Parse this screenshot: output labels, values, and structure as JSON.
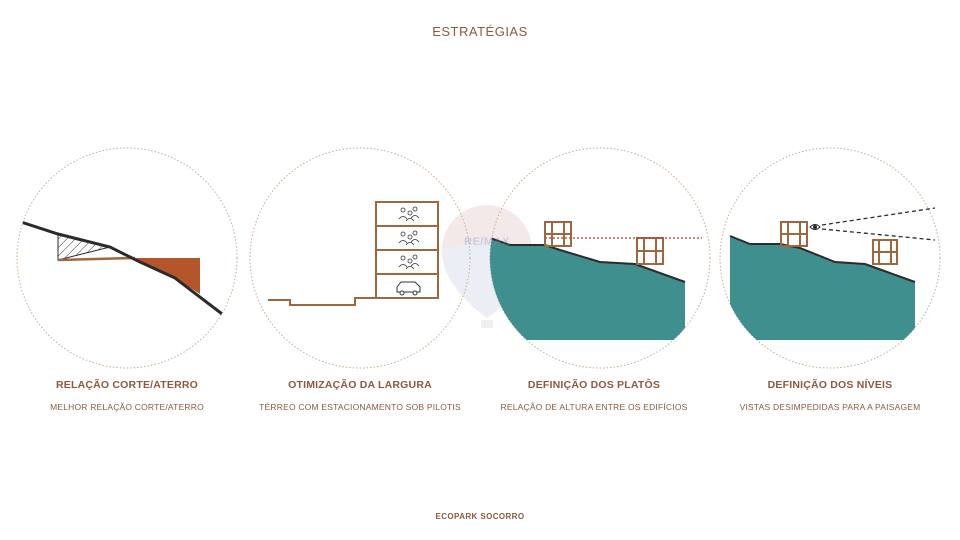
{
  "header": {
    "title": "ESTRATÉGIAS"
  },
  "panels": [
    {
      "title": "RELAÇÃO CORTE/ATERRO",
      "subtitle": "MELHOR RELAÇÃO CORTE/ATERRO"
    },
    {
      "title": "OTIMIZAÇÃO DA LARGURA",
      "subtitle": "TÉRREO COM ESTACIONAMENTO SOB PILOTIS"
    },
    {
      "title": "DEFINIÇÃO DOS PLATÔS",
      "subtitle": "RELAÇÃO DE ALTURA ENTRE OS EDIFÍCIOS"
    },
    {
      "title": "DEFINIÇÃO DOS NÍVEIS",
      "subtitle": "VISTAS DESIMPEDIDAS PARA A PAISAGEM"
    }
  ],
  "footer": {
    "label": "ECOPARK SOCORRO"
  },
  "watermark": {
    "text": "RE/MAX"
  },
  "colors": {
    "brown": "#a0673f",
    "rust": "#b5552b",
    "teal": "#3f8f8f",
    "dark": "#2b2b2b",
    "text": "#8a5a3c",
    "circle": "#c9a98c",
    "dotted_red": "#c0392b"
  },
  "icons": [
    "people-icon",
    "people-icon",
    "people-icon",
    "car-icon",
    "eye-icon"
  ]
}
